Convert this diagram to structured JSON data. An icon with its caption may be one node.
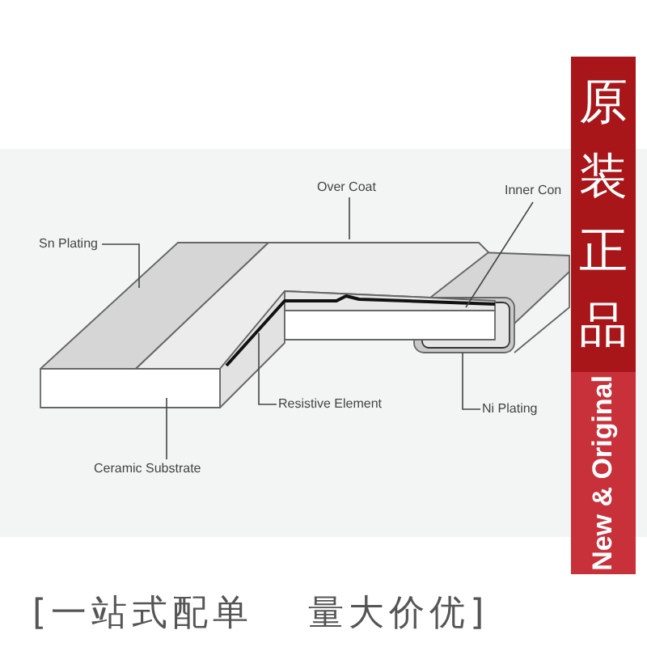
{
  "diagram": {
    "nodes": [
      {
        "text": [
          "Over Coat"
        ]
      },
      {
        "text": [
          "Inner Con"
        ]
      },
      {
        "text": [
          "Sn Plating"
        ]
      },
      {
        "text": [
          "Resistive Element"
        ]
      },
      {
        "text": [
          "Ni Plating"
        ]
      },
      {
        "text": [
          "Ceramic Substrate"
        ]
      },
      {
        "text": [
          "原装正品"
        ]
      },
      {
        "text": [
          "New & Original"
        ]
      }
    ],
    "edges": [
      {
        "from": 0,
        "to": null,
        "arrow": "none"
      },
      {
        "from": 1,
        "to": null,
        "arrow": "none"
      },
      {
        "from": 2,
        "to": null,
        "arrow": "none"
      },
      {
        "from": 3,
        "to": null,
        "arrow": "none"
      },
      {
        "from": 4,
        "to": null,
        "arrow": "none"
      },
      {
        "from": 5,
        "to": null,
        "arrow": "none"
      }
    ],
    "labels": [
      "[一站式配单 量大价优]"
    ]
  }
}
